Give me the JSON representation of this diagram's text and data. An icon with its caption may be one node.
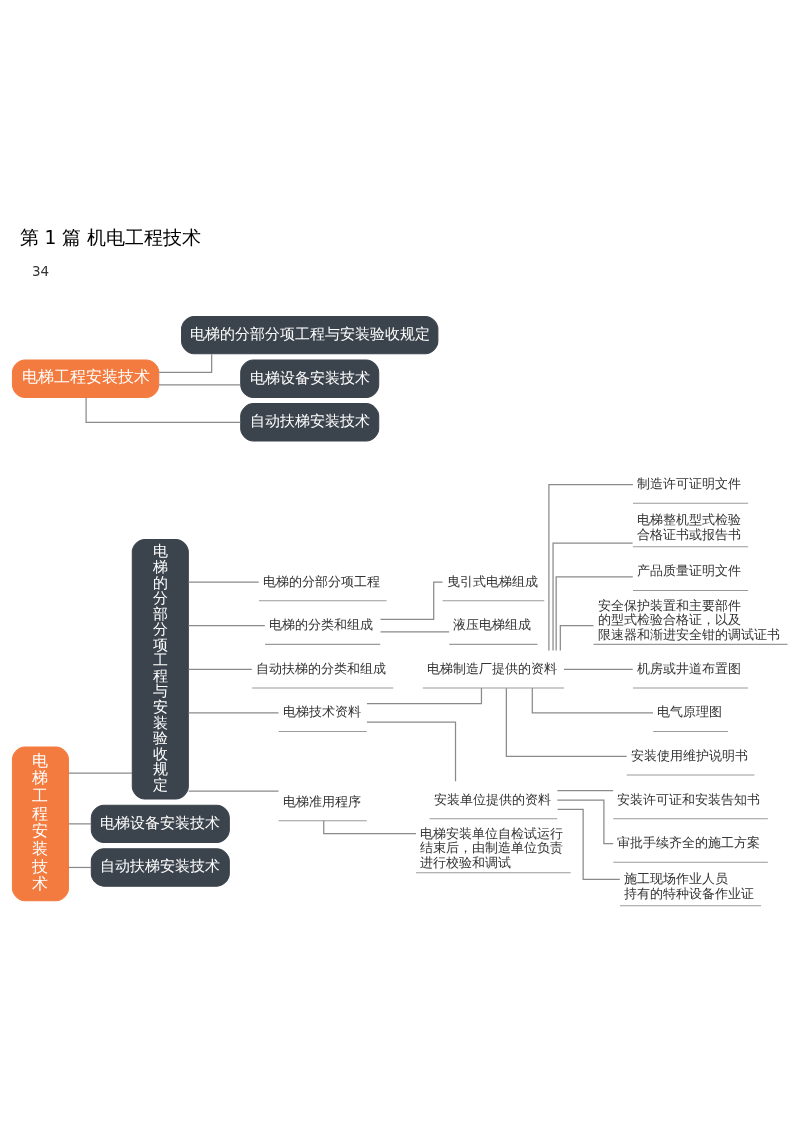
{
  "diagram": {
    "title": "第 1 篇 机电工程技术",
    "nodes": [
      {
        "text": [
          "电梯工程安装技术"
        ]
      },
      {
        "text": [
          "电梯的分部分项工程与安装验收规定"
        ]
      },
      {
        "text": [
          "电梯设备安装技术"
        ]
      },
      {
        "text": [
          "自动扶梯安装技术"
        ]
      },
      {
        "text": [
          "电梯工程安装技术"
        ]
      },
      {
        "text": [
          "电梯的分部分项工程与安装验收规定"
        ]
      },
      {
        "text": [
          "电梯的分部分项工程"
        ]
      },
      {
        "text": [
          "电梯的分类和组成"
        ]
      },
      {
        "text": [
          "曳引式电梯组成"
        ]
      },
      {
        "text": [
          "液压电梯组成"
        ]
      },
      {
        "text": [
          "自动扶梯的分类和组成"
        ]
      },
      {
        "text": [
          "电梯技术资料"
        ]
      },
      {
        "text": [
          "电梯制造厂提供的资料"
        ]
      },
      {
        "text": [
          "制造许可证明文件"
        ]
      },
      {
        "text": [
          "电梯整机型式检验合格证书或报告书"
        ]
      },
      {
        "text": [
          "产品质量证明文件"
        ]
      },
      {
        "text": [
          "安全保护装置和主要部件的型式检验合格证，以及限速器和渐进安全钳的调试证书"
        ]
      },
      {
        "text": [
          "机房或井道布置图"
        ]
      },
      {
        "text": [
          "电气原理图"
        ]
      },
      {
        "text": [
          "安装使用维护说明书"
        ]
      },
      {
        "text": [
          "安装单位提供的资料"
        ]
      },
      {
        "text": [
          "安装许可证和安装告知书"
        ]
      },
      {
        "text": [
          "审批手续齐全的施工方案"
        ]
      },
      {
        "text": [
          "施工现场作业人员持有的特种设备作业证"
        ]
      },
      {
        "text": [
          "电梯准用程序"
        ]
      },
      {
        "text": [
          "电梯安装单位自检试运行结束后，由制造单位负责进行校验和调试"
        ]
      },
      {
        "text": [
          "电梯设备安装技术"
        ]
      },
      {
        "text": [
          "自动扶梯安装技术"
        ]
      }
    ],
    "edges": [
      {
        "from": 0,
        "to": 1,
        "arrow": "none"
      },
      {
        "from": 0,
        "to": 2,
        "arrow": "none"
      },
      {
        "from": 0,
        "to": 3,
        "arrow": "none"
      },
      {
        "from": 4,
        "to": 5,
        "arrow": "none"
      },
      {
        "from": 5,
        "to": 6,
        "arrow": "none"
      },
      {
        "from": 5,
        "to": 7,
        "arrow": "none"
      },
      {
        "from": 7,
        "to": 8,
        "arrow": "none"
      },
      {
        "from": 7,
        "to": 9,
        "arrow": "none"
      },
      {
        "from": 5,
        "to": 10,
        "arrow": "none"
      },
      {
        "from": 5,
        "to": 11,
        "arrow": "none"
      },
      {
        "from": 11,
        "to": 12,
        "arrow": "none"
      },
      {
        "from": 12,
        "to": 13,
        "arrow": "none"
      },
      {
        "from": 12,
        "to": 14,
        "arrow": "none"
      },
      {
        "from": 12,
        "to": 15,
        "arrow": "none"
      },
      {
        "from": 12,
        "to": 16,
        "arrow": "none"
      },
      {
        "from": 12,
        "to": 17,
        "arrow": "none"
      },
      {
        "from": 12,
        "to": 18,
        "arrow": "none"
      },
      {
        "from": 12,
        "to": 19,
        "arrow": "none"
      },
      {
        "from": 11,
        "to": 20,
        "arrow": "none"
      },
      {
        "from": 20,
        "to": 21,
        "arrow": "none"
      },
      {
        "from": 20,
        "to": 22,
        "arrow": "none"
      },
      {
        "from": 20,
        "to": 23,
        "arrow": "none"
      },
      {
        "from": 5,
        "to": 24,
        "arrow": "none"
      },
      {
        "from": 24,
        "to": 25,
        "arrow": "none"
      },
      {
        "from": 4,
        "to": 26,
        "arrow": "none"
      },
      {
        "from": 4,
        "to": 27,
        "arrow": "none"
      }
    ],
    "labels": [
      "34"
    ]
  }
}
